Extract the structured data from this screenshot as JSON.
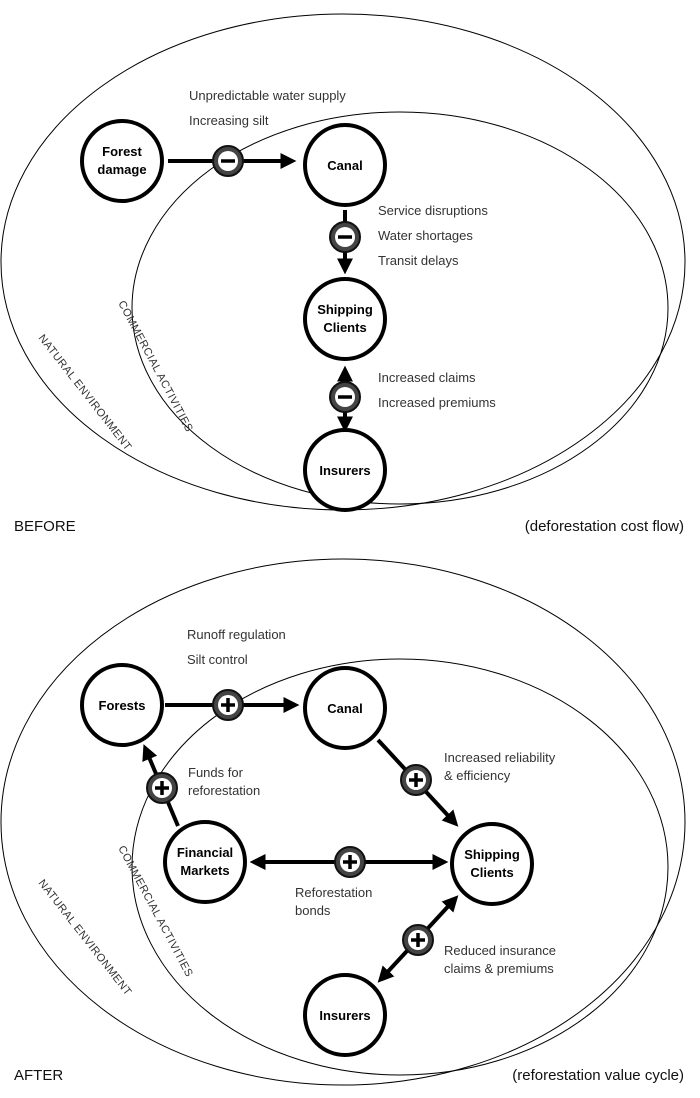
{
  "before": {
    "rings": {
      "outer": "NATURAL ENVIRONMENT",
      "inner": "COMMERCIAL ACTIVITIES"
    },
    "nodes": {
      "forest_damage": [
        "Forest",
        "damage"
      ],
      "canal": [
        "Canal"
      ],
      "shipping_clients": [
        "Shipping",
        "Clients"
      ],
      "insurers": [
        "Insurers"
      ]
    },
    "links": {
      "forest_canal": {
        "sign": "minus",
        "labels": [
          "Unpredictable water supply",
          "Increasing silt"
        ]
      },
      "canal_shipping": {
        "sign": "minus",
        "labels": [
          "Service disruptions",
          "Water shortages",
          "Transit delays"
        ]
      },
      "shipping_insurers": {
        "sign": "minus",
        "labels": [
          "Increased claims",
          "Increased premiums"
        ]
      }
    },
    "caption_left": "BEFORE",
    "caption_right": "(deforestation cost flow)"
  },
  "after": {
    "rings": {
      "outer": "NATURAL ENVIRONMENT",
      "inner": "COMMERCIAL ACTIVITIES"
    },
    "nodes": {
      "forests": [
        "Forests"
      ],
      "canal": [
        "Canal"
      ],
      "shipping_clients": [
        "Shipping",
        "Clients"
      ],
      "financial_markets": [
        "Financial",
        "Markets"
      ],
      "insurers": [
        "Insurers"
      ]
    },
    "links": {
      "forests_canal": {
        "sign": "plus",
        "labels": [
          "Runoff regulation",
          "Silt control"
        ]
      },
      "canal_shipping": {
        "sign": "plus",
        "labels": [
          "Increased reliability",
          "& efficiency"
        ]
      },
      "financial_forests": {
        "sign": "plus",
        "labels": [
          "Funds for",
          "reforestation"
        ]
      },
      "financial_shipping": {
        "sign": "plus",
        "labels": [
          "Reforestation",
          "bonds"
        ]
      },
      "shipping_insurers": {
        "sign": "plus",
        "labels": [
          "Reduced insurance",
          "claims & premiums"
        ]
      }
    },
    "caption_left": "AFTER",
    "caption_right": "(reforestation value cycle)"
  }
}
